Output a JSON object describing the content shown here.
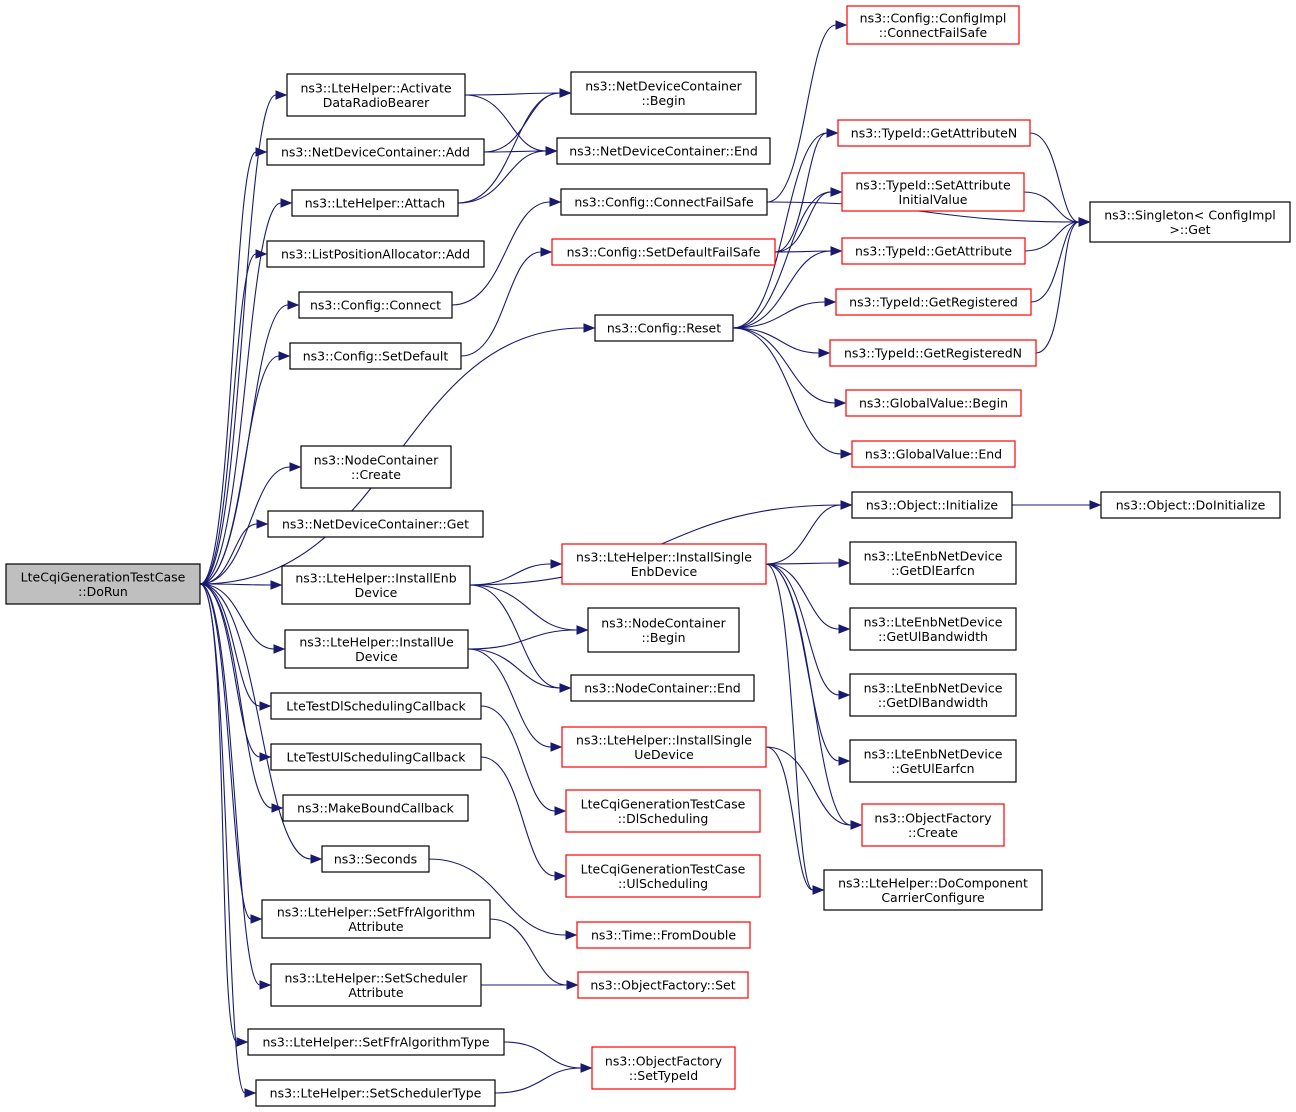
{
  "colors": {
    "edge": "#191970",
    "border_black": "#000000",
    "border_red": "#ff0000",
    "root_fill": "#bfbfbf",
    "node_fill": "#ffffff"
  },
  "nodes": {
    "root": {
      "lines": [
        "LteCqiGenerationTestCase",
        "::DoRun"
      ],
      "border": "black",
      "root": true
    },
    "activateDRB": {
      "lines": [
        "ns3::LteHelper::Activate",
        "DataRadioBearer"
      ],
      "border": "black"
    },
    "ndcAdd": {
      "lines": [
        "ns3::NetDeviceContainer::Add"
      ],
      "border": "black"
    },
    "attach": {
      "lines": [
        "ns3::LteHelper::Attach"
      ],
      "border": "black"
    },
    "lpaAdd": {
      "lines": [
        "ns3::ListPositionAllocator::Add"
      ],
      "border": "black"
    },
    "cfgConnect": {
      "lines": [
        "ns3::Config::Connect"
      ],
      "border": "black"
    },
    "cfgSetDefault": {
      "lines": [
        "ns3::Config::SetDefault"
      ],
      "border": "black"
    },
    "ncCreate": {
      "lines": [
        "ns3::NodeContainer",
        "::Create"
      ],
      "border": "black"
    },
    "ndcGet": {
      "lines": [
        "ns3::NetDeviceContainer::Get"
      ],
      "border": "black"
    },
    "installEnb": {
      "lines": [
        "ns3::LteHelper::InstallEnb",
        "Device"
      ],
      "border": "black"
    },
    "installUe": {
      "lines": [
        "ns3::LteHelper::InstallUe",
        "Device"
      ],
      "border": "black"
    },
    "dlSchedCb": {
      "lines": [
        "LteTestDlSchedulingCallback"
      ],
      "border": "black"
    },
    "ulSchedCb": {
      "lines": [
        "LteTestUlSchedulingCallback"
      ],
      "border": "black"
    },
    "makeBound": {
      "lines": [
        "ns3::MakeBoundCallback"
      ],
      "border": "black"
    },
    "seconds": {
      "lines": [
        "ns3::Seconds"
      ],
      "border": "black"
    },
    "setFfrAttr": {
      "lines": [
        "ns3::LteHelper::SetFfrAlgorithm",
        "Attribute"
      ],
      "border": "black"
    },
    "setSchedAttr": {
      "lines": [
        "ns3::LteHelper::SetScheduler",
        "Attribute"
      ],
      "border": "black"
    },
    "setFfrType": {
      "lines": [
        "ns3::LteHelper::SetFfrAlgorithmType"
      ],
      "border": "black"
    },
    "setSchedType": {
      "lines": [
        "ns3::LteHelper::SetSchedulerType"
      ],
      "border": "black"
    },
    "ndcBegin": {
      "lines": [
        "ns3::NetDeviceContainer",
        "::Begin"
      ],
      "border": "black"
    },
    "ndcEnd": {
      "lines": [
        "ns3::NetDeviceContainer::End"
      ],
      "border": "black"
    },
    "cfgConnectFS": {
      "lines": [
        "ns3::Config::ConnectFailSafe"
      ],
      "border": "black"
    },
    "cfgSetDefaultFS": {
      "lines": [
        "ns3::Config::SetDefaultFailSafe"
      ],
      "border": "red"
    },
    "cfgReset": {
      "lines": [
        "ns3::Config::Reset"
      ],
      "border": "black"
    },
    "installSingleEnb": {
      "lines": [
        "ns3::LteHelper::InstallSingle",
        "EnbDevice"
      ],
      "border": "red"
    },
    "ncBegin": {
      "lines": [
        "ns3::NodeContainer",
        "::Begin"
      ],
      "border": "black"
    },
    "ncEnd": {
      "lines": [
        "ns3::NodeContainer::End"
      ],
      "border": "black"
    },
    "installSingleUe": {
      "lines": [
        "ns3::LteHelper::InstallSingle",
        "UeDevice"
      ],
      "border": "red"
    },
    "dlSched": {
      "lines": [
        "LteCqiGenerationTestCase",
        "::DlScheduling"
      ],
      "border": "red"
    },
    "ulSched": {
      "lines": [
        "LteCqiGenerationTestCase",
        "::UlScheduling"
      ],
      "border": "red"
    },
    "timeFromDouble": {
      "lines": [
        "ns3::Time::FromDouble"
      ],
      "border": "red"
    },
    "ofSet": {
      "lines": [
        "ns3::ObjectFactory::Set"
      ],
      "border": "red"
    },
    "ofSetTypeId": {
      "lines": [
        "ns3::ObjectFactory",
        "::SetTypeId"
      ],
      "border": "red"
    },
    "cfgImplCFS": {
      "lines": [
        "ns3::Config::ConfigImpl",
        "::ConnectFailSafe"
      ],
      "border": "red"
    },
    "getAttrN": {
      "lines": [
        "ns3::TypeId::GetAttributeN"
      ],
      "border": "red"
    },
    "setAttrInit": {
      "lines": [
        "ns3::TypeId::SetAttribute",
        "InitialValue"
      ],
      "border": "red"
    },
    "getAttr": {
      "lines": [
        "ns3::TypeId::GetAttribute"
      ],
      "border": "red"
    },
    "getReg": {
      "lines": [
        "ns3::TypeId::GetRegistered"
      ],
      "border": "red"
    },
    "getRegN": {
      "lines": [
        "ns3::TypeId::GetRegisteredN"
      ],
      "border": "red"
    },
    "gvBegin": {
      "lines": [
        "ns3::GlobalValue::Begin"
      ],
      "border": "red"
    },
    "gvEnd": {
      "lines": [
        "ns3::GlobalValue::End"
      ],
      "border": "red"
    },
    "objInit": {
      "lines": [
        "ns3::Object::Initialize"
      ],
      "border": "black"
    },
    "enbDlEarfcn": {
      "lines": [
        "ns3::LteEnbNetDevice",
        "::GetDlEarfcn"
      ],
      "border": "black"
    },
    "enbUlBw": {
      "lines": [
        "ns3::LteEnbNetDevice",
        "::GetUlBandwidth"
      ],
      "border": "black"
    },
    "enbDlBw": {
      "lines": [
        "ns3::LteEnbNetDevice",
        "::GetDlBandwidth"
      ],
      "border": "black"
    },
    "enbUlEarfcn": {
      "lines": [
        "ns3::LteEnbNetDevice",
        "::GetUlEarfcn"
      ],
      "border": "black"
    },
    "ofCreate": {
      "lines": [
        "ns3::ObjectFactory",
        "::Create"
      ],
      "border": "red"
    },
    "doCCC": {
      "lines": [
        "ns3::LteHelper::DoComponent",
        "CarrierConfigure"
      ],
      "border": "black"
    },
    "singletonGet": {
      "lines": [
        "ns3::Singleton< ConfigImpl",
        ">::Get"
      ],
      "border": "black"
    },
    "objDoInit": {
      "lines": [
        "ns3::Object::DoInitialize"
      ],
      "border": "black"
    }
  },
  "edges": [
    [
      "root",
      "activateDRB"
    ],
    [
      "root",
      "ndcAdd"
    ],
    [
      "root",
      "attach"
    ],
    [
      "root",
      "lpaAdd"
    ],
    [
      "root",
      "cfgConnect"
    ],
    [
      "root",
      "cfgSetDefault"
    ],
    [
      "root",
      "cfgReset"
    ],
    [
      "root",
      "ncCreate"
    ],
    [
      "root",
      "ndcGet"
    ],
    [
      "root",
      "installEnb"
    ],
    [
      "root",
      "installUe"
    ],
    [
      "root",
      "dlSchedCb"
    ],
    [
      "root",
      "ulSchedCb"
    ],
    [
      "root",
      "makeBound"
    ],
    [
      "root",
      "seconds"
    ],
    [
      "root",
      "setFfrAttr"
    ],
    [
      "root",
      "setSchedAttr"
    ],
    [
      "root",
      "setFfrType"
    ],
    [
      "root",
      "setSchedType"
    ],
    [
      "activateDRB",
      "ndcBegin"
    ],
    [
      "activateDRB",
      "ndcEnd"
    ],
    [
      "ndcAdd",
      "ndcBegin"
    ],
    [
      "ndcAdd",
      "ndcEnd"
    ],
    [
      "attach",
      "ndcBegin"
    ],
    [
      "attach",
      "ndcEnd"
    ],
    [
      "cfgConnect",
      "cfgConnectFS"
    ],
    [
      "cfgSetDefault",
      "cfgSetDefaultFS"
    ],
    [
      "cfgConnectFS",
      "cfgImplCFS"
    ],
    [
      "cfgConnectFS",
      "singletonGet"
    ],
    [
      "cfgSetDefaultFS",
      "getAttrN"
    ],
    [
      "cfgSetDefaultFS",
      "setAttrInit"
    ],
    [
      "cfgSetDefaultFS",
      "getAttr"
    ],
    [
      "cfgReset",
      "getAttrN"
    ],
    [
      "cfgReset",
      "setAttrInit"
    ],
    [
      "cfgReset",
      "getAttr"
    ],
    [
      "cfgReset",
      "getReg"
    ],
    [
      "cfgReset",
      "getRegN"
    ],
    [
      "cfgReset",
      "gvBegin"
    ],
    [
      "cfgReset",
      "gvEnd"
    ],
    [
      "getAttrN",
      "singletonGet"
    ],
    [
      "setAttrInit",
      "singletonGet"
    ],
    [
      "getAttr",
      "singletonGet"
    ],
    [
      "getReg",
      "singletonGet"
    ],
    [
      "getRegN",
      "singletonGet"
    ],
    [
      "installEnb",
      "objInit"
    ],
    [
      "installEnb",
      "installSingleEnb"
    ],
    [
      "installEnb",
      "ncBegin"
    ],
    [
      "installEnb",
      "ncEnd"
    ],
    [
      "installUe",
      "ncBegin"
    ],
    [
      "installUe",
      "ncEnd"
    ],
    [
      "installUe",
      "installSingleUe"
    ],
    [
      "installSingleEnb",
      "objInit"
    ],
    [
      "installSingleEnb",
      "enbDlEarfcn"
    ],
    [
      "installSingleEnb",
      "enbUlBw"
    ],
    [
      "installSingleEnb",
      "enbDlBw"
    ],
    [
      "installSingleEnb",
      "enbUlEarfcn"
    ],
    [
      "installSingleEnb",
      "ofCreate"
    ],
    [
      "installSingleEnb",
      "doCCC"
    ],
    [
      "installSingleUe",
      "ofCreate"
    ],
    [
      "installSingleUe",
      "doCCC"
    ],
    [
      "objInit",
      "objDoInit"
    ],
    [
      "dlSchedCb",
      "dlSched"
    ],
    [
      "ulSchedCb",
      "ulSched"
    ],
    [
      "seconds",
      "timeFromDouble"
    ],
    [
      "setFfrAttr",
      "ofSet"
    ],
    [
      "setSchedAttr",
      "ofSet"
    ],
    [
      "setFfrType",
      "ofSetTypeId"
    ],
    [
      "setSchedType",
      "ofSetTypeId"
    ]
  ]
}
